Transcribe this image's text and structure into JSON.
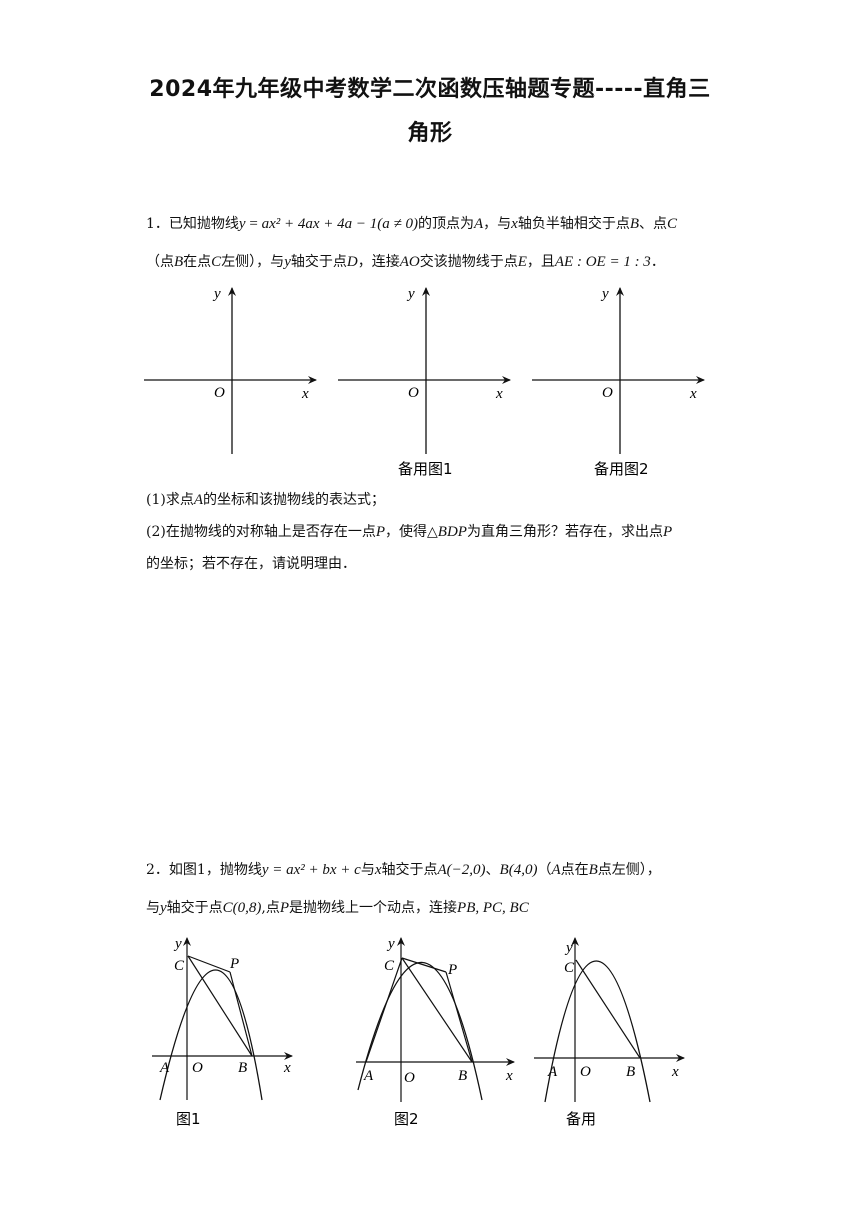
{
  "title": {
    "line1": "2024年九年级中考数学二次函数压轴题专题-----直角三",
    "line2": "角形"
  },
  "q1": {
    "num": "1．已知抛物线",
    "eq_y": "y",
    "eq_eq": " = ",
    "eq_rhs": "ax² + 4ax + 4a − 1",
    "eq_cond": "(a ≠ 0)",
    "t1": "的顶点为",
    "A": "A",
    "t2": "，与",
    "x": "x",
    "t3": "轴负半轴相交于点",
    "B": "B",
    "t4": "、点",
    "C": "C",
    "line2_t1": "（点",
    "line2_B": "B",
    "line2_t2": "在点",
    "line2_C": "C",
    "line2_t3": "左侧），与",
    "line2_y": "y",
    "line2_t4": "轴交于点",
    "line2_D": "D",
    "line2_t5": "，连接",
    "line2_AO": "AO",
    "line2_t6": "交该抛物线于点",
    "line2_E": "E",
    "line2_t7": "，且",
    "line2_ratio": "AE : OE = 1 : 3",
    "line2_end": "．",
    "fig_caption1": "备用图1",
    "fig_caption2": "备用图2",
    "axis_y": "y",
    "axis_x": "x",
    "axis_o": "O",
    "sub1": "(1)求点",
    "sub1_A": "A",
    "sub1_t": "的坐标和该抛物线的表达式；",
    "sub2": "(2)在抛物线的对称轴上是否存在一点",
    "sub2_P": "P",
    "sub2_t1": "，使得△",
    "sub2_BDP": "BDP",
    "sub2_t2": "为直角三角形？若存在，求出点",
    "sub2_P2": "P",
    "sub2_line2": "的坐标；若不存在，请说明理由．"
  },
  "q2": {
    "num": "2．如图1，抛物线",
    "eq": "y = ax² + bx + c",
    "t1": "与",
    "x": "x",
    "t2": "轴交于点",
    "ptA": "A(−2,0)",
    "sep": "、",
    "ptB": "B(4,0)",
    "t3": "（",
    "A": "A",
    "t4": "点在",
    "B": "B",
    "t5": "点左侧），",
    "line2_t1": "与",
    "line2_y": "y",
    "line2_t2": "轴交于点",
    "line2_C": "C(0,8)",
    "line2_t3": ",点",
    "line2_P": "P",
    "line2_t4": "是抛物线上一个动点，连接",
    "line2_segs": "PB, PC, BC",
    "fig_caption1": "图1",
    "fig_caption2": "图2",
    "fig_caption3": "备用",
    "lbl_y": "y",
    "lbl_x": "x",
    "lbl_O": "O",
    "lbl_A": "A",
    "lbl_B": "B",
    "lbl_C": "C",
    "lbl_P": "P"
  }
}
